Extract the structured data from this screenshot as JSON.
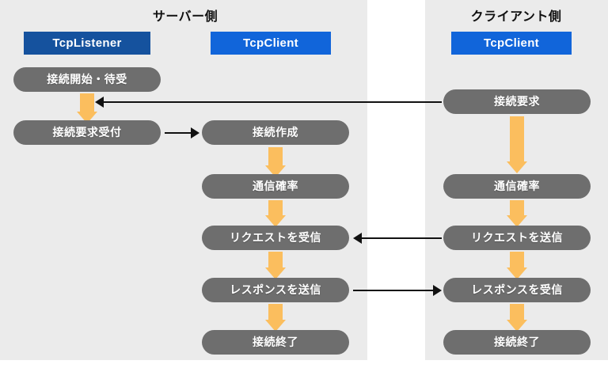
{
  "diagram": {
    "title_server": "サーバー側",
    "title_client": "クライアント側",
    "panels": [
      {
        "name": "server",
        "label": "サーバー側"
      },
      {
        "name": "client",
        "label": "クライアント側"
      }
    ],
    "class_boxes": [
      {
        "name": "tcplistener",
        "label": "TcpListener",
        "color": "#15529e"
      },
      {
        "name": "tcpclient-server",
        "label": "TcpClient",
        "color": "#1165da"
      },
      {
        "name": "tcpclient-client",
        "label": "TcpClient",
        "color": "#1165da"
      }
    ],
    "nodes": {
      "server_listener": [
        {
          "name": "connect-start-wait",
          "label": "接続開始・待受"
        },
        {
          "name": "accept-request",
          "label": "接続要求受付"
        }
      ],
      "server_client": [
        {
          "name": "create-connection",
          "label": "接続作成"
        },
        {
          "name": "establish-comm-server",
          "label": "通信確率"
        },
        {
          "name": "receive-request",
          "label": "リクエストを受信"
        },
        {
          "name": "send-response",
          "label": "レスポンスを送信"
        },
        {
          "name": "close-connection-server",
          "label": "接続終了"
        }
      ],
      "client": [
        {
          "name": "connection-request",
          "label": "接続要求"
        },
        {
          "name": "establish-comm-client",
          "label": "通信確率"
        },
        {
          "name": "send-request",
          "label": "リクエストを送信"
        },
        {
          "name": "receive-response",
          "label": "レスポンスを受信"
        },
        {
          "name": "close-connection-client",
          "label": "接続終了"
        }
      ]
    },
    "colors": {
      "panel_background": "#ebebeb",
      "node_fill": "#6e6e6e",
      "node_text": "#ffffff",
      "flow_arrow": "#fbbe5e",
      "cross_arrow": "#111111",
      "listener_blue": "#15529e",
      "client_blue": "#1165da",
      "canvas": "#ffffff"
    }
  }
}
